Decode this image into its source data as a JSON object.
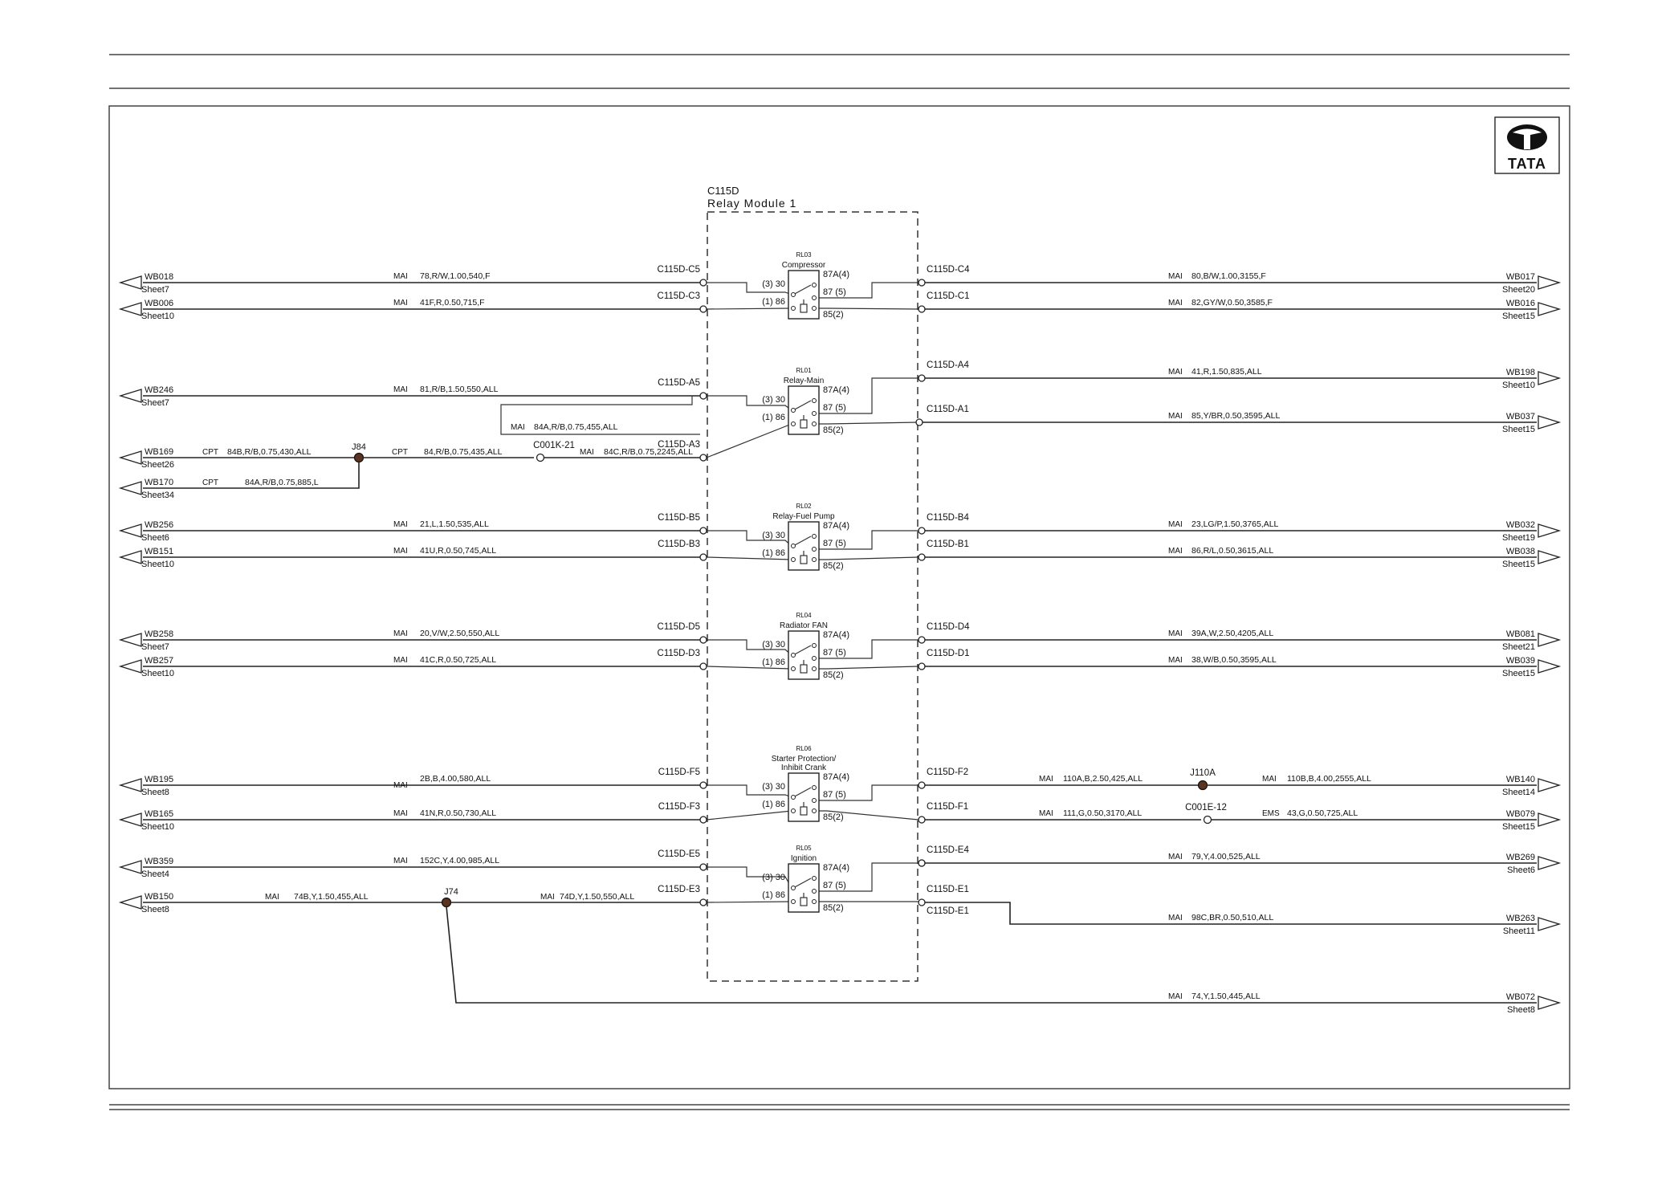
{
  "module": {
    "id": "C115D",
    "name": "Relay Module 1"
  },
  "logo": {
    "text": "TATA"
  },
  "relays": [
    {
      "id": "RL03",
      "name": "Compressor",
      "pins": [
        "(3) 30",
        "(1) 86",
        "87A(4)",
        "87 (5)",
        "85(2)"
      ]
    },
    {
      "id": "RL01",
      "name": "Relay-Main",
      "pins": [
        "(3) 30",
        "(1) 86",
        "87A(4)",
        "87 (5)",
        "85(2)"
      ]
    },
    {
      "id": "RL02",
      "name": "Relay-Fuel Pump",
      "pins": [
        "(3) 30",
        "(1) 86",
        "87A(4)",
        "87 (5)",
        "85(2)"
      ]
    },
    {
      "id": "RL04",
      "name": "Radiator FAN",
      "pins": [
        "(3) 30",
        "(1) 86",
        "87A(4)",
        "87 (5)",
        "85(2)"
      ]
    },
    {
      "id": "RL06",
      "name": "Starter Protection/ Inhibit Crank",
      "name_lines": [
        "Starter Protection/",
        "Inhibit Crank"
      ],
      "pins": [
        "(3) 30",
        "(1) 86",
        "87A(4)",
        "87 (5)",
        "85(2)"
      ]
    },
    {
      "id": "RL05",
      "name": "Ignition",
      "pins": [
        "(3) 30",
        "(1) 86",
        "87A(4)",
        "87 (5)",
        "85(2)"
      ]
    }
  ],
  "left_wires": [
    {
      "wb": "WB018",
      "sheet": "Sheet7",
      "harness": "MAI",
      "wire": "78,R/W,1.00,540,F",
      "pin": "C115D-C5"
    },
    {
      "wb": "WB006",
      "sheet": "Sheet10",
      "harness": "MAI",
      "wire": "41F,R,0.50,715,F",
      "pin": "C115D-C3"
    },
    {
      "wb": "WB246",
      "sheet": "Sheet7",
      "harness": "MAI",
      "wire": "81,R/B,1.50,550,ALL",
      "pin": "C115D-A5"
    },
    {
      "wb": "WB169",
      "sheet": "Sheet26",
      "harness": "CPT",
      "wire": "84B,R/B,0.75,430,ALL",
      "pin": "C115D-A3"
    },
    {
      "wb": "WB170",
      "sheet": "Sheet34",
      "harness": "CPT",
      "wire": "84A,R/B,0.75,885,L"
    },
    {
      "wb": "WB256",
      "sheet": "Sheet6",
      "harness": "MAI",
      "wire": "21,L,1.50,535,ALL",
      "pin": "C115D-B5"
    },
    {
      "wb": "WB151",
      "sheet": "Sheet10",
      "harness": "MAI",
      "wire": "41U,R,0.50,745,ALL",
      "pin": "C115D-B3"
    },
    {
      "wb": "WB258",
      "sheet": "Sheet7",
      "harness": "MAI",
      "wire": "20,V/W,2.50,550,ALL",
      "pin": "C115D-D5"
    },
    {
      "wb": "WB257",
      "sheet": "Sheet10",
      "harness": "MAI",
      "wire": "41C,R,0.50,725,ALL",
      "pin": "C115D-D3"
    },
    {
      "wb": "WB195",
      "sheet": "Sheet8",
      "harness": "MAI",
      "wire": "2B,B,4.00,580,ALL",
      "pin": "C115D-F5"
    },
    {
      "wb": "WB165",
      "sheet": "Sheet10",
      "harness": "MAI",
      "wire": "41N,R,0.50,730,ALL",
      "pin": "C115D-F3"
    },
    {
      "wb": "WB359",
      "sheet": "Sheet4",
      "harness": "MAI",
      "wire": "152C,Y,4.00,985,ALL",
      "pin": "C115D-E5"
    },
    {
      "wb": "WB150",
      "sheet": "Sheet8",
      "harness": "MAI",
      "wire": "74B,Y,1.50,455,ALL",
      "pin": "C115D-E3"
    }
  ],
  "inner_wires": [
    {
      "harness": "MAI",
      "wire": "84A,R/B,0.75,455,ALL"
    },
    {
      "harness": "CPT",
      "wire": "84,R/B,0.75,435,ALL"
    },
    {
      "harness": "MAI",
      "wire": "84C,R/B,0.75,2245,ALL"
    },
    {
      "harness": "MAI",
      "wire": "74D,Y,1.50,550,ALL"
    }
  ],
  "splices": [
    {
      "id": "J84"
    },
    {
      "id": "J74"
    },
    {
      "id": "J110A"
    }
  ],
  "inline_connectors": [
    {
      "id": "C001K-21"
    },
    {
      "id": "C001E-12"
    }
  ],
  "right_wires": [
    {
      "pin": "C115D-C4",
      "harness": "MAI",
      "wire": "80,B/W,1.00,3155,F",
      "wb": "WB017",
      "sheet": "Sheet20"
    },
    {
      "pin": "C115D-C1",
      "harness": "MAI",
      "wire": "82,GY/W,0.50,3585,F",
      "wb": "WB016",
      "sheet": "Sheet15"
    },
    {
      "pin": "C115D-A4",
      "harness": "MAI",
      "wire": "41,R,1.50,835,ALL",
      "wb": "WB198",
      "sheet": "Sheet10"
    },
    {
      "pin": "C115D-A1",
      "harness": "MAI",
      "wire": "85,Y/BR,0.50,3595,ALL",
      "wb": "WB037",
      "sheet": "Sheet15"
    },
    {
      "pin": "C115D-B4",
      "harness": "MAI",
      "wire": "23,LG/P,1.50,3765,ALL",
      "wb": "WB032",
      "sheet": "Sheet19"
    },
    {
      "pin": "C115D-B1",
      "harness": "MAI",
      "wire": "86,R/L,0.50,3615,ALL",
      "wb": "WB038",
      "sheet": "Sheet15"
    },
    {
      "pin": "C115D-D4",
      "harness": "MAI",
      "wire": "39A,W,2.50,4205,ALL",
      "wb": "WB081",
      "sheet": "Sheet21"
    },
    {
      "pin": "C115D-D1",
      "harness": "MAI",
      "wire": "38,W/B,0.50,3595,ALL",
      "wb": "WB039",
      "sheet": "Sheet15"
    },
    {
      "pin": "C115D-F2",
      "harness": "MAI",
      "wire": "110A,B,2.50,425,ALL",
      "harness2": "MAI",
      "wire2": "110B,B,4.00,2555,ALL",
      "wb": "WB140",
      "sheet": "Sheet14"
    },
    {
      "pin": "C115D-F1",
      "harness": "MAI",
      "wire": "111,G,0.50,3170,ALL",
      "harness2": "EMS",
      "wire2": "43,G,0.50,725,ALL",
      "wb": "WB079",
      "sheet": "Sheet15"
    },
    {
      "pin": "C115D-E4",
      "harness": "MAI",
      "wire": "79,Y,4.00,525,ALL",
      "wb": "WB269",
      "sheet": "Sheet6"
    },
    {
      "pin": "C115D-E1",
      "harness": "MAI",
      "wire": "98C,BR,0.50,510,ALL",
      "wb": "WB263",
      "sheet": "Sheet11"
    },
    {
      "harness": "MAI",
      "wire": "74,Y,1.50,445,ALL",
      "wb": "WB072",
      "sheet": "Sheet8"
    }
  ]
}
